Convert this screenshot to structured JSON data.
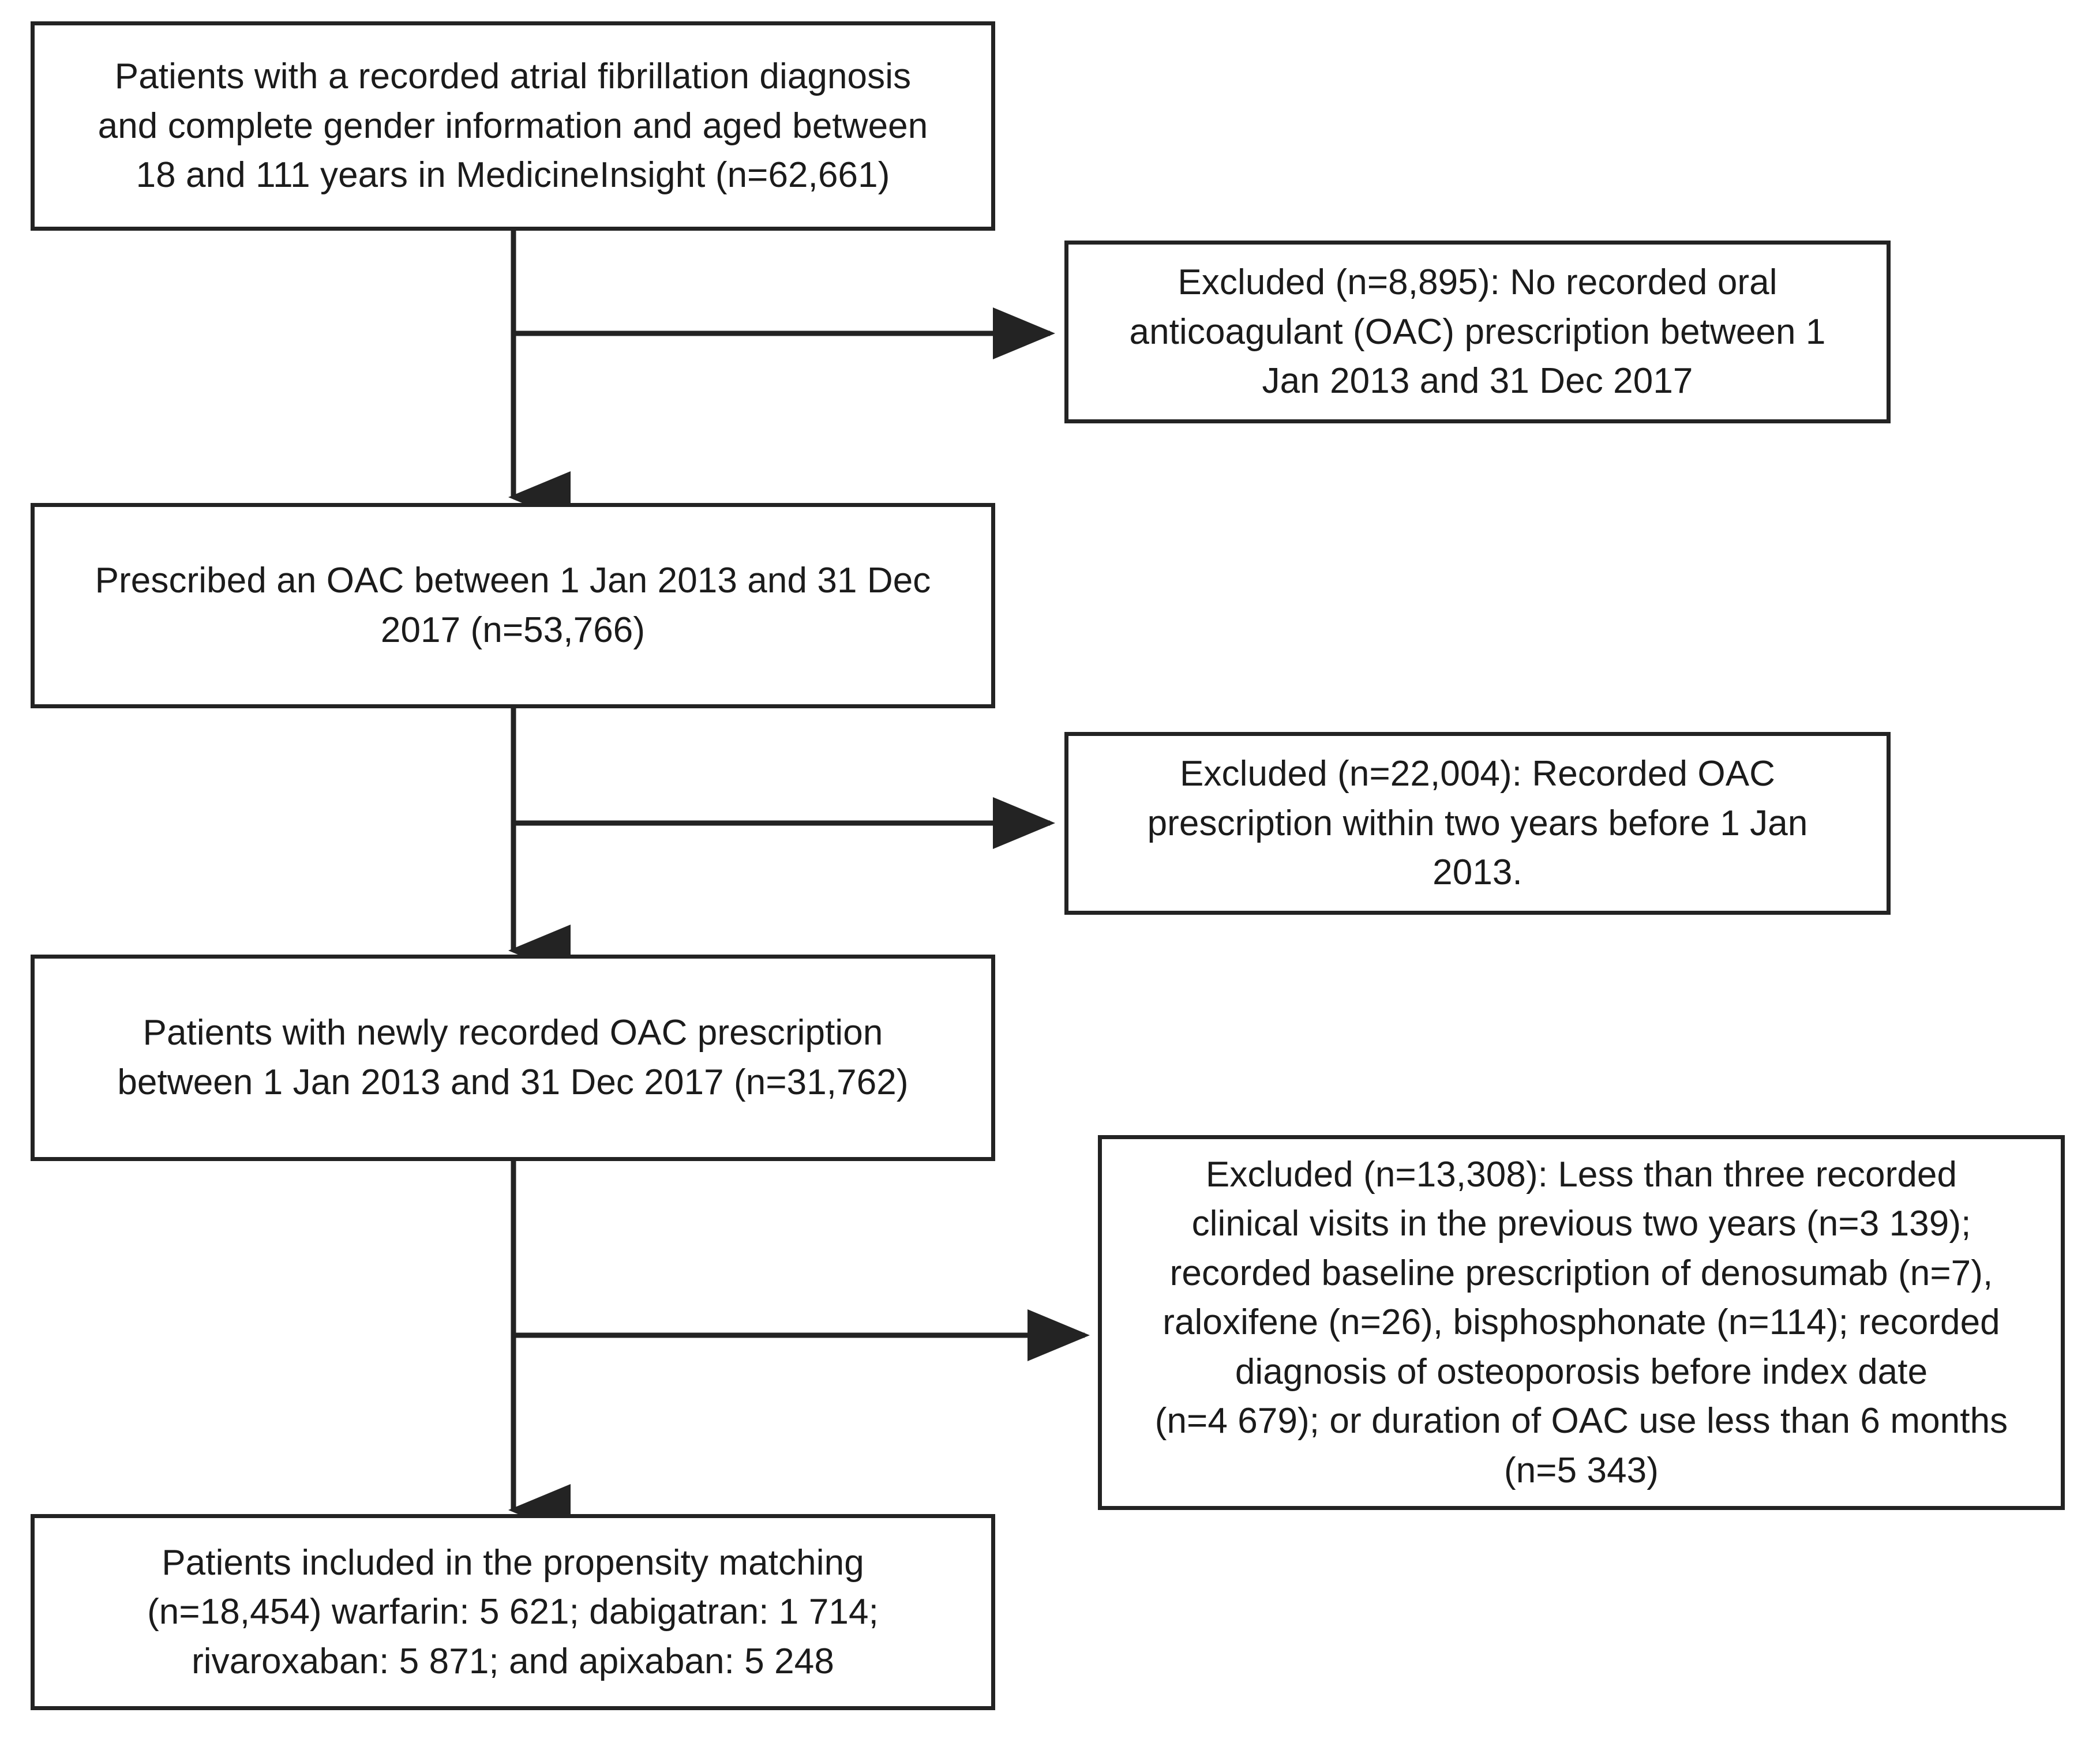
{
  "diagram": {
    "type": "patient-selection-flowchart",
    "title": "Study population selection flow diagram",
    "main_boxes": [
      {
        "id": "cohort-source",
        "text": "Patients with a recorded atrial fibrillation diagnosis\nand complete gender information and aged between\n18 and 111 years in MedicineInsight (n=62,661)",
        "n": "62,661"
      },
      {
        "id": "prescribed-oac",
        "text": "Prescribed an OAC between  1 Jan 2013 and 31 Dec\n2017 (n=53,766)",
        "n": "53,766"
      },
      {
        "id": "newly-recorded-oac",
        "text": "Patients with  newly recorded OAC prescription\nbetween 1 Jan 2013 and 31 Dec 2017 (n=31,762)",
        "n": "31,762"
      },
      {
        "id": "included-propensity-matching",
        "text": "Patients included in the propensity matching\n(n=18,454) warfarin: 5 621; dabigatran: 1 714;\nrivaroxaban: 5 871; and apixaban: 5 248",
        "n": "18,454"
      }
    ],
    "exclusion_boxes": [
      {
        "id": "excluded-no-oac",
        "text": "Excluded (n=8,895): No recorded oral\nanticoagulant (OAC) prescription between 1\nJan 2013 and 31 Dec 2017",
        "n": "8,895"
      },
      {
        "id": "excluded-prior-oac",
        "text": "Excluded (n=22,004): Recorded OAC\nprescription within two years before 1 Jan\n2013.",
        "n": "22,004"
      },
      {
        "id": "excluded-other-criteria",
        "text": "Excluded (n=13,308): Less than three recorded\nclinical visits in the previous two years (n=3 139);\nrecorded baseline prescription of denosumab (n=7),\nraloxifene (n=26), bisphosphonate (n=114); recorded\ndiagnosis of osteoporosis before index date\n(n=4 679); or duration of OAC use less than 6 months\n(n=5 343)",
        "n": "13,308"
      }
    ],
    "matched_cohorts": [
      {
        "drug": "warfarin",
        "count": "5 621"
      },
      {
        "drug": "dabigatran",
        "count": "1 714"
      },
      {
        "drug": "rivaroxaban",
        "count": "5 871"
      },
      {
        "drug": "apixaban",
        "count": "5 248"
      }
    ],
    "colors": {
      "border": "#232323",
      "text": "#1b1b1b",
      "background": "#ffffff",
      "connector": "#232323"
    }
  }
}
